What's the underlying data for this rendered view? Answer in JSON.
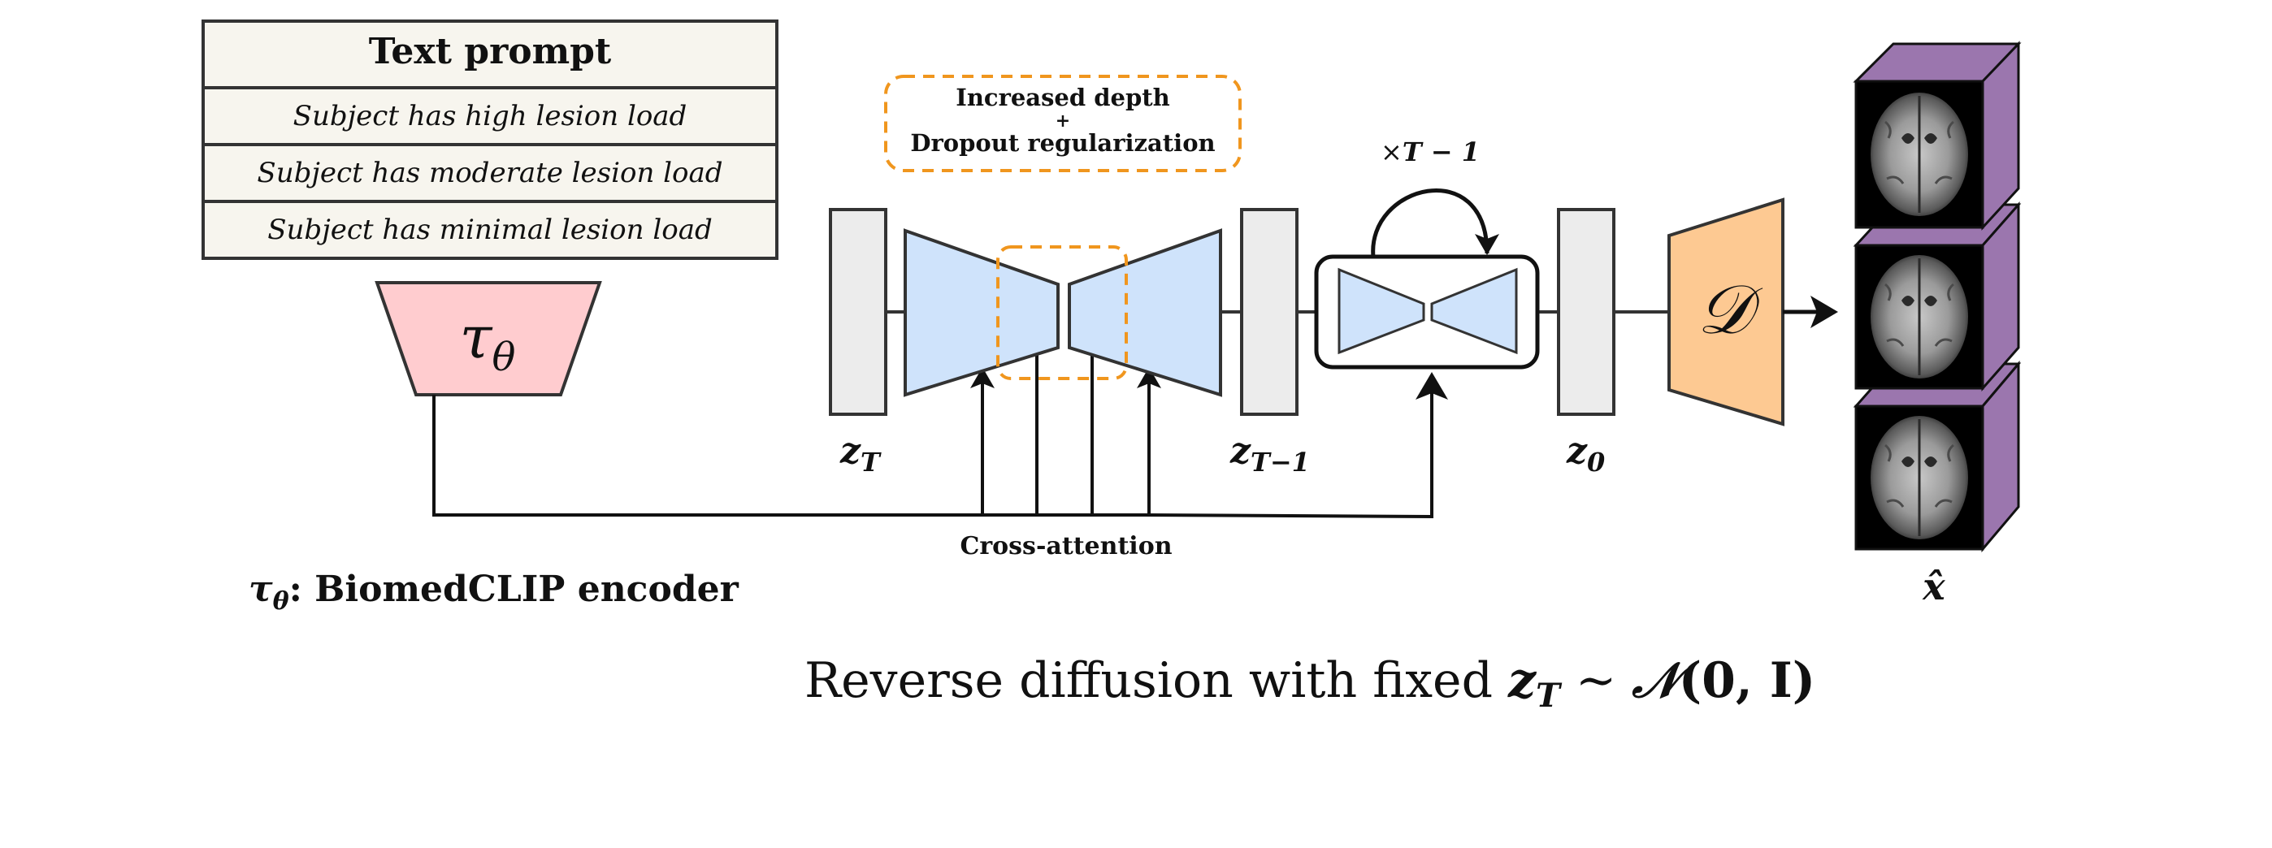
{
  "text_prompt": {
    "header": "Text prompt",
    "rows": [
      "Subject has high lesion load",
      "Subject has moderate lesion load",
      "Subject has minimal lesion load"
    ]
  },
  "encoder": {
    "symbol": "τ",
    "subscript": "θ",
    "legend_symbol": "τ",
    "legend_subscript": "θ",
    "legend_text": ": BiomedCLIP encoder"
  },
  "depth_note": {
    "line1": "Increased depth",
    "line2": "+",
    "line3": "Dropout regularization"
  },
  "latents": {
    "zT_base": "z",
    "zT_sub": "T",
    "zT1_base": "z",
    "zT1_sub": "T−1",
    "z0_base": "z",
    "z0_sub": "0"
  },
  "loop_label_prefix": "×",
  "loop_label_expr": "T − 1",
  "cross_attention_label": "Cross-attention",
  "decoder_symbol": "𝒟",
  "output_label": "x̂",
  "caption": {
    "prefix": "Reverse diffusion with fixed ",
    "z": "z",
    "z_sub": "T",
    "sim": " ∼ ",
    "dist": "𝒩",
    "args": "(0, I)"
  },
  "colors": {
    "prompt_fill": "#f7f5ee",
    "encoder_fill": "#ffcccf",
    "unet_fill": "#cfe3fb",
    "latent_fill": "#ececec",
    "dashed_orange": "#f0961e",
    "decoder_fill": "#fdc992",
    "cube_side": "#9b76ae",
    "stroke": "#333333"
  }
}
